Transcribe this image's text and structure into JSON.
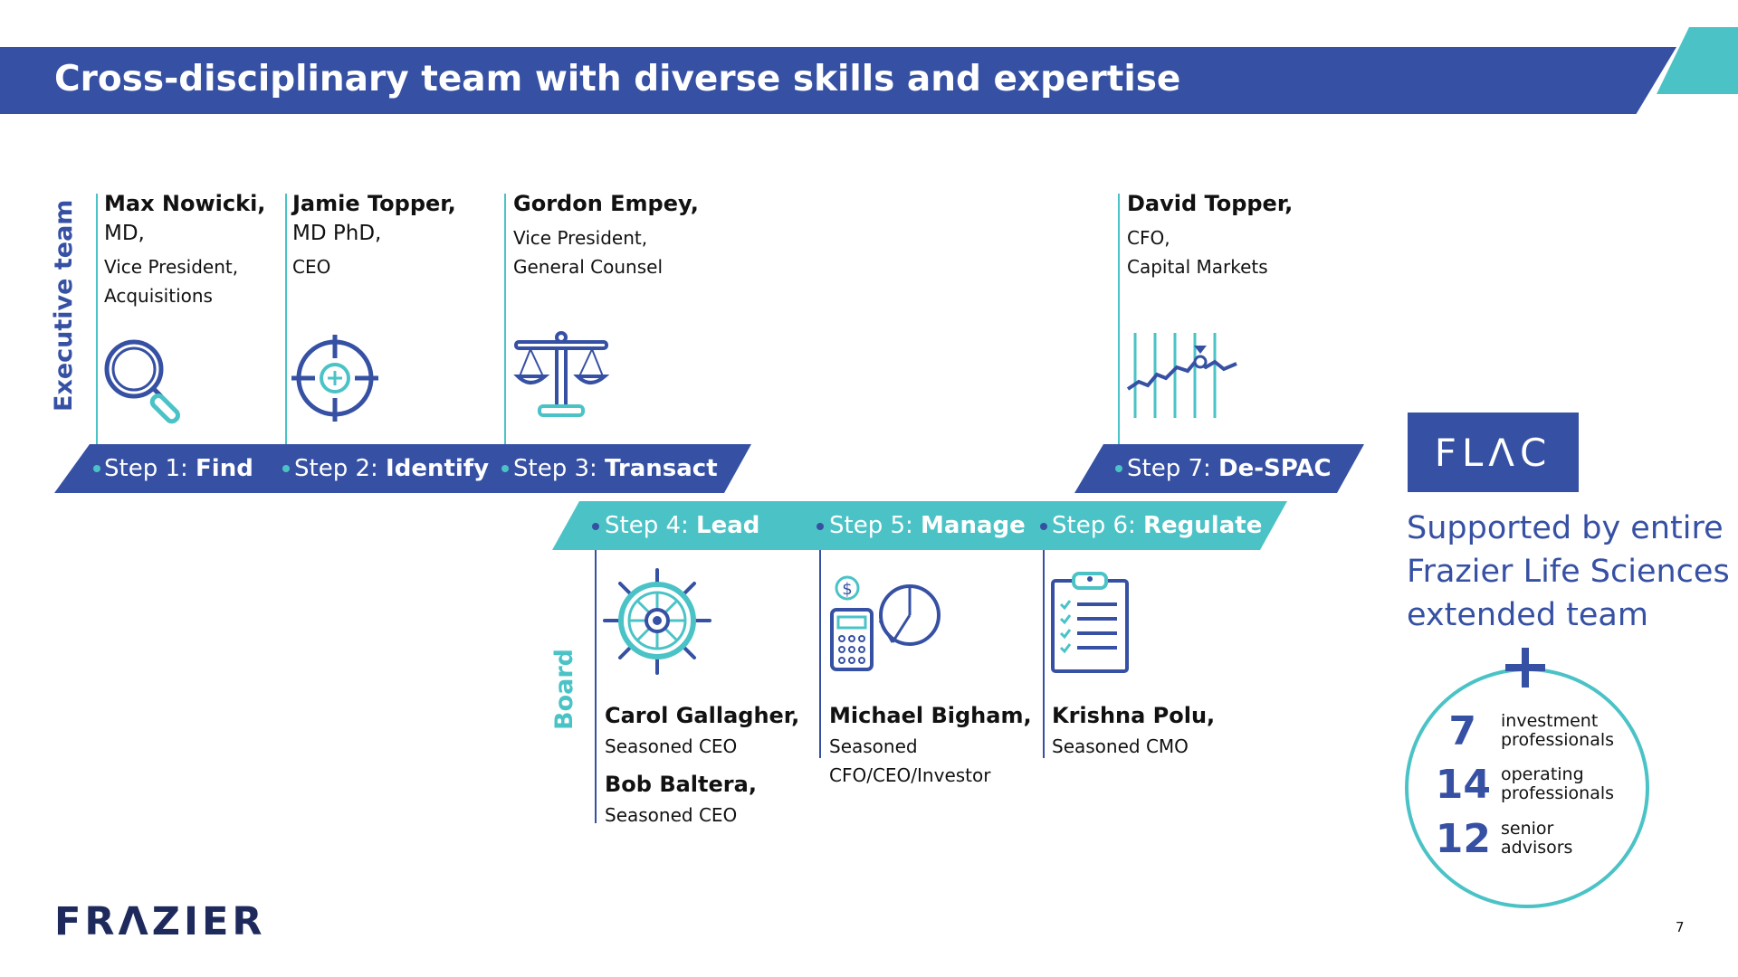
{
  "title": "Cross-disciplinary team with diverse skills and expertise",
  "labels": {
    "executive": "Executive team",
    "board": "Board"
  },
  "steps": [
    {
      "prefix": "Step 1: ",
      "name": "Find"
    },
    {
      "prefix": "Step 2: ",
      "name": "Identify"
    },
    {
      "prefix": "Step 3: ",
      "name": "Transact"
    },
    {
      "prefix": "Step 4: ",
      "name": "Lead"
    },
    {
      "prefix": "Step 5: ",
      "name": "Manage"
    },
    {
      "prefix": "Step 6: ",
      "name": "Regulate"
    },
    {
      "prefix": "Step 7: ",
      "name": "De-SPAC"
    }
  ],
  "executives": [
    {
      "name": "Max Nowicki,",
      "line1": "MD,",
      "line2": "Vice President,",
      "line3": "Acquisitions"
    },
    {
      "name": "Jamie Topper,",
      "line1": "MD PhD,",
      "line2": "CEO"
    },
    {
      "name": "Gordon Empey,",
      "line1": "Vice President,",
      "line2": "General Counsel"
    },
    {
      "name": "David Topper,",
      "line1": "CFO,",
      "line2": "Capital Markets"
    }
  ],
  "board": [
    {
      "name": "Carol Gallagher,",
      "role": "Seasoned CEO"
    },
    {
      "name": "Bob Baltera,",
      "role": "Seasoned CEO"
    },
    {
      "name": "Michael Bigham,",
      "role1": "Seasoned",
      "role2": "CFO/CEO/Investor"
    },
    {
      "name": "Krishna Polu,",
      "role": "Seasoned CMO"
    }
  ],
  "icons": [
    "magnifier-icon",
    "target-icon",
    "scales-icon",
    "stock-chart-icon",
    "ship-wheel-icon",
    "calculator-pie-icon",
    "clipboard-checklist-icon"
  ],
  "flac": {
    "logo": "FLΛC",
    "supported": "Supported by entire Frazier Life Sciences extended team",
    "stats": [
      {
        "num": "7",
        "l1": "investment",
        "l2": "professionals"
      },
      {
        "num": "14",
        "l1": "operating",
        "l2": "professionals"
      },
      {
        "num": "12",
        "l1": "senior",
        "l2": "advisors"
      }
    ]
  },
  "footer": {
    "logo": "FRΛZIER",
    "page": "7"
  },
  "colors": {
    "navy": "#3650a3",
    "teal": "#4bc3c6"
  }
}
